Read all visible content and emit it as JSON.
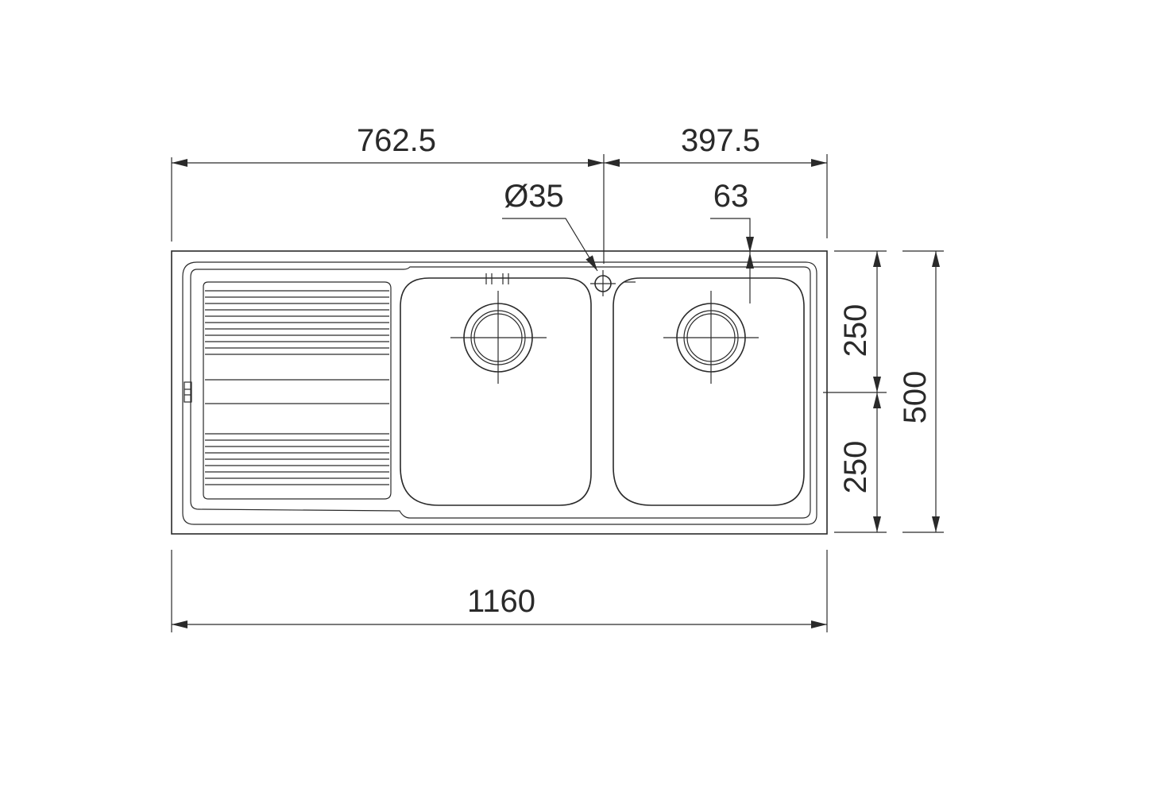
{
  "diagram": {
    "dimensions": {
      "left_width": "762.5",
      "right_width": "397.5",
      "tap_hole": "Ø35",
      "tap_offset": "63",
      "upper_half": "250",
      "lower_half": "250",
      "total_depth": "500",
      "total_width": "1160"
    },
    "colors": {
      "line": "#2a2a2a",
      "background": "#ffffff"
    }
  }
}
